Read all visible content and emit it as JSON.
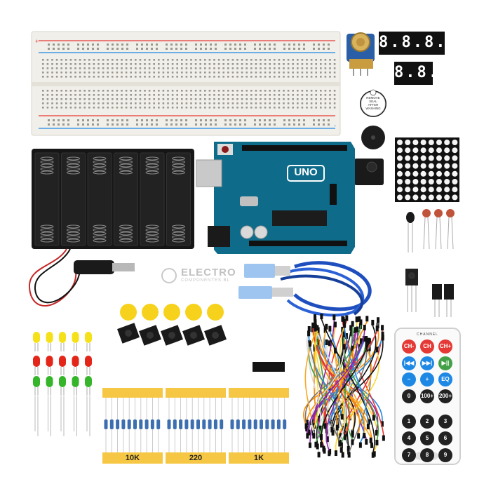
{
  "scene": {
    "background": "#ffffff",
    "breadboard": {
      "plus_sign": "+",
      "minus_sign": "-"
    },
    "seven_segment_4digit": {
      "text": "8.8.8.8.",
      "color": "#111111"
    },
    "seven_segment_2digit": {
      "text": "8.8.",
      "color": "#111111"
    },
    "buzzer_sticker": {
      "line1": "REMOVE",
      "line2": "SEAL",
      "line3": "AFTER",
      "line4": "WASHING"
    },
    "arduino": {
      "brand_label": "UNO",
      "board_color": "#0e6b8a"
    },
    "watermark": {
      "text": "ELECTRO",
      "subtext": "COMPONENTES.BL"
    },
    "resistors": {
      "labels": [
        "10K",
        "220",
        "1K"
      ],
      "tape_color": "#f6c744"
    },
    "remote": {
      "header": "CHANNEL",
      "rows": [
        [
          {
            "label": "CH-",
            "color": "#e53935"
          },
          {
            "label": "CH",
            "color": "#e53935"
          },
          {
            "label": "CH+",
            "color": "#e53935"
          }
        ],
        [
          {
            "label": "|◀◀",
            "color": "#1e88e5"
          },
          {
            "label": "▶▶|",
            "color": "#1e88e5"
          },
          {
            "label": "▶||",
            "color": "#43a047"
          }
        ],
        [
          {
            "label": "−",
            "color": "#1e88e5"
          },
          {
            "label": "+",
            "color": "#1e88e5"
          },
          {
            "label": "EQ",
            "color": "#1e88e5"
          }
        ],
        [
          {
            "label": "0",
            "color": "#222222"
          },
          {
            "label": "100+",
            "color": "#222222"
          },
          {
            "label": "200+",
            "color": "#222222"
          }
        ],
        [
          {
            "label": "1",
            "color": "#222222"
          },
          {
            "label": "2",
            "color": "#222222"
          },
          {
            "label": "3",
            "color": "#222222"
          }
        ],
        [
          {
            "label": "4",
            "color": "#222222"
          },
          {
            "label": "5",
            "color": "#222222"
          },
          {
            "label": "6",
            "color": "#222222"
          }
        ],
        [
          {
            "label": "7",
            "color": "#222222"
          },
          {
            "label": "8",
            "color": "#222222"
          },
          {
            "label": "9",
            "color": "#222222"
          }
        ]
      ]
    },
    "led_colors": {
      "yellow": "#f5e11a",
      "red": "#e32619",
      "green": "#35b52a"
    },
    "button_cap_color": "#f7d21c"
  }
}
